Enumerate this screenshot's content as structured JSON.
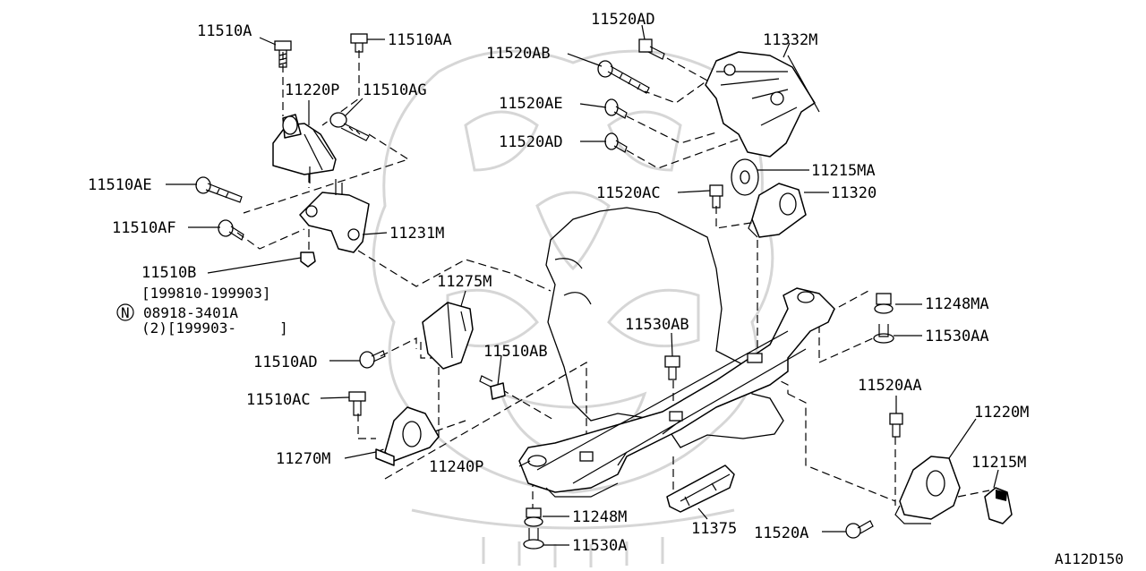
{
  "diagram": {
    "code": "A112D150",
    "labels": {
      "l11510A": "11510A",
      "l11510AA": "11510AA",
      "l11220P": "11220P",
      "l11510AG": "11510AG",
      "l11510AE": "11510AE",
      "l11510AF": "11510AF",
      "l11231M": "11231M",
      "l11510B": "11510B",
      "l11275M": "11275M",
      "l11510AD": "11510AD",
      "l11510AB": "11510AB",
      "l11510AC": "11510AC",
      "l11270M": "11270M",
      "l11520AD_top": "11520AD",
      "l11520AB": "11520AB",
      "l11332M": "11332M",
      "l11520AE": "11520AE",
      "l11520AD_mid": "11520AD",
      "l11215MA": "11215MA",
      "l11520AC": "11520AC",
      "l11320": "11320",
      "l11530AB": "11530AB",
      "l11248MA": "11248MA",
      "l11530AA": "11530AA",
      "l11520AA": "11520AA",
      "l11220M": "11220M",
      "l11215M": "11215M",
      "l11240P": "11240P",
      "l11248M": "11248M",
      "l11530A": "11530A",
      "l11375": "11375",
      "l11520A": "11520A"
    },
    "note": {
      "date_range": "[199810-199903]",
      "symbol": "N",
      "part": "08918-3401A",
      "qty_range": "(2)[199903-     ]"
    }
  }
}
